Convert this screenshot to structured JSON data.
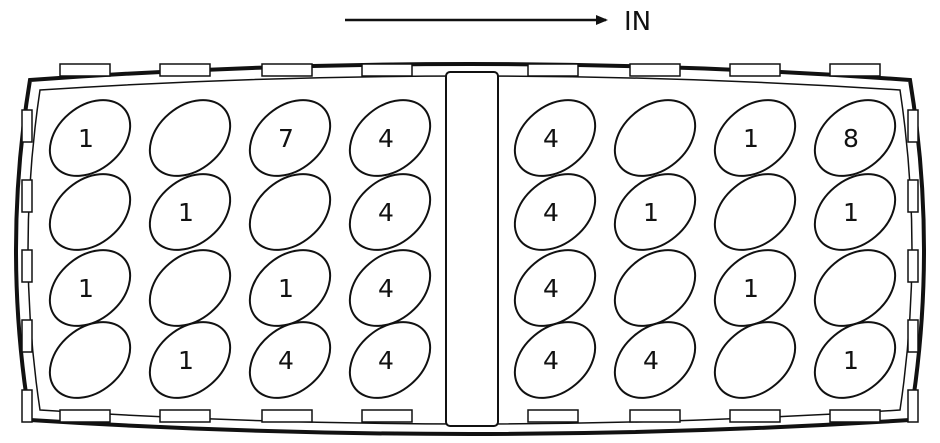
{
  "direction": {
    "label": "IN"
  },
  "colors": {
    "stroke": "#111111",
    "background": "#ffffff"
  },
  "left_block": {
    "columns": [
      [
        "1",
        "",
        "1",
        ""
      ],
      [
        "",
        "1",
        "",
        "1"
      ],
      [
        "7",
        "",
        "1",
        "4"
      ],
      [
        "4",
        "4",
        "4",
        "4"
      ]
    ]
  },
  "right_block": {
    "columns": [
      [
        "4",
        "4",
        "4",
        "4"
      ],
      [
        "",
        "1",
        "",
        "4"
      ],
      [
        "1",
        "",
        "1",
        ""
      ],
      [
        "8",
        "1",
        "",
        "1"
      ]
    ]
  }
}
